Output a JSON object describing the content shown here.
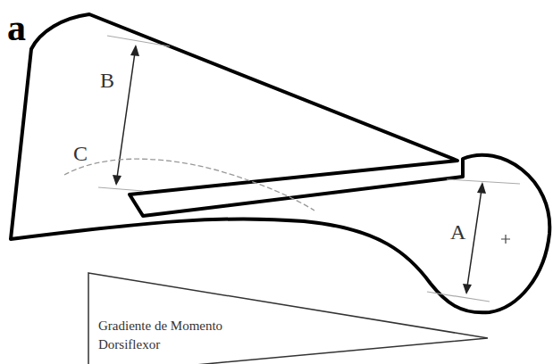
{
  "diagram": {
    "nodes": [
      {
        "text": [
          "Gradiente de Momento Dorsiflexor"
        ]
      }
    ],
    "labels": [
      "a",
      "B",
      "C",
      "A"
    ]
  }
}
